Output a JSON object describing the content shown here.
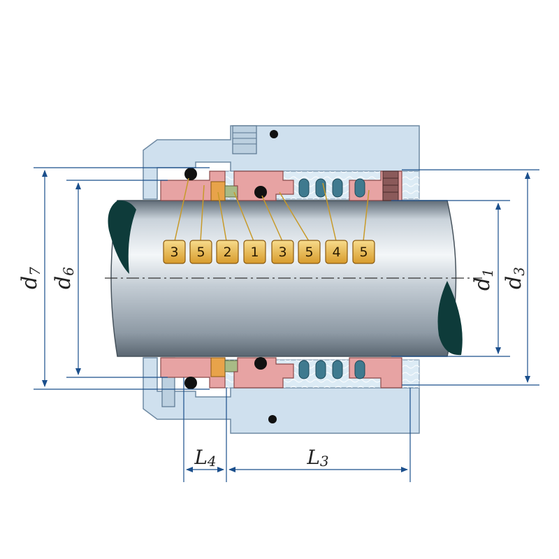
{
  "dimensions": {
    "d7": {
      "main": "d",
      "sub": "7"
    },
    "d6": {
      "main": "d",
      "sub": "6"
    },
    "d1": {
      "main": "d",
      "sub": "1"
    },
    "d3": {
      "main": "d",
      "sub": "3"
    },
    "L4": {
      "main": "L",
      "sub": "4"
    },
    "L3": {
      "main": "L",
      "sub": "3"
    }
  },
  "part_callouts": [
    "3",
    "5",
    "2",
    "1",
    "3",
    "5",
    "4",
    "5"
  ],
  "colors": {
    "housing": "#cfe0ee",
    "housing_stroke": "#6f8aa3",
    "seal_ring": "#e7a3a3",
    "seal_ring_stroke": "#8a4a4a",
    "spring": "#3f7a8f",
    "oring": "#111111",
    "shaft_light": "#e9eef2",
    "shaft_dark": "#7a8794",
    "shaft_end": "#0e3b3a",
    "dim_line": "#1b4f8c",
    "badge_fill": "#e8b64a",
    "badge_stroke": "#8a5a10"
  }
}
